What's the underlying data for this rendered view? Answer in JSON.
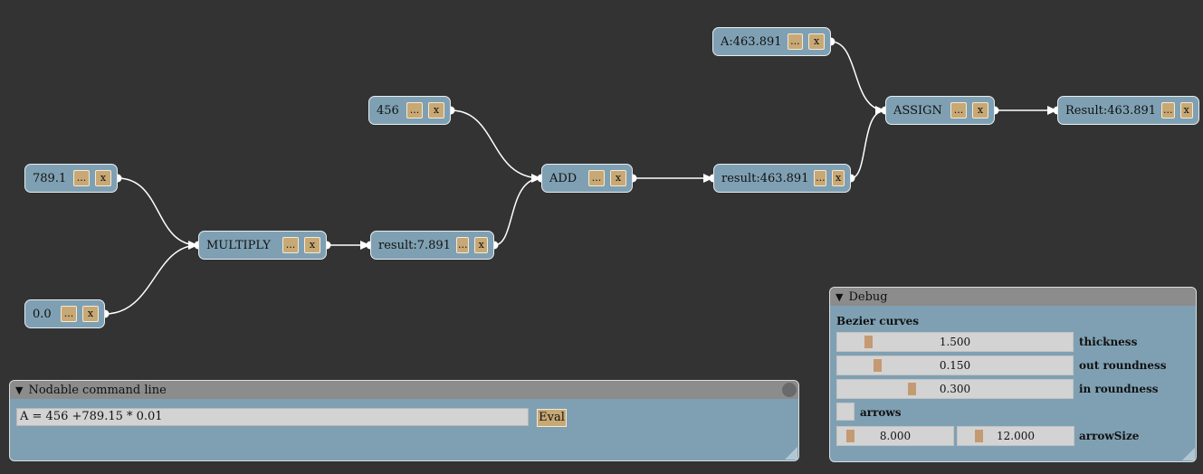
{
  "nodes": {
    "n789": {
      "label": "789.1"
    },
    "n00": {
      "label": "0.0"
    },
    "multiply": {
      "label": "MULTIPLY"
    },
    "result_mul": {
      "label": "result:7.891"
    },
    "n456": {
      "label": "456"
    },
    "add": {
      "label": "ADD"
    },
    "result_add": {
      "label": "result:463.891"
    },
    "var_a": {
      "label": "A:463.891"
    },
    "assign": {
      "label": "ASSIGN"
    },
    "result_final": {
      "label": "Result:463.891"
    }
  },
  "node_buttons": {
    "more": "...",
    "delete": "x"
  },
  "command_line": {
    "title": "Nodable command line",
    "input_value": "A = 456 +789.15 * 0.01",
    "eval_label": "Eval"
  },
  "debug": {
    "title": "Debug",
    "section": "Bezier curves",
    "thickness": {
      "value": "1.500",
      "label": "thickness",
      "fraction": 0.12
    },
    "out_roundness": {
      "value": "0.150",
      "label": "out roundness",
      "fraction": 0.16
    },
    "in_roundness": {
      "value": "0.300",
      "label": "in roundness",
      "fraction": 0.31
    },
    "arrows": {
      "label": "arrows",
      "checked": false
    },
    "arrow_size": {
      "values": [
        "8.000",
        "12.000"
      ],
      "label": "arrowSize",
      "fractions": [
        0.08,
        0.16
      ]
    }
  },
  "colors": {
    "canvas": "#333333",
    "node": "#7fa0b3",
    "button": "#c8a874",
    "wire": "#ffffff"
  }
}
